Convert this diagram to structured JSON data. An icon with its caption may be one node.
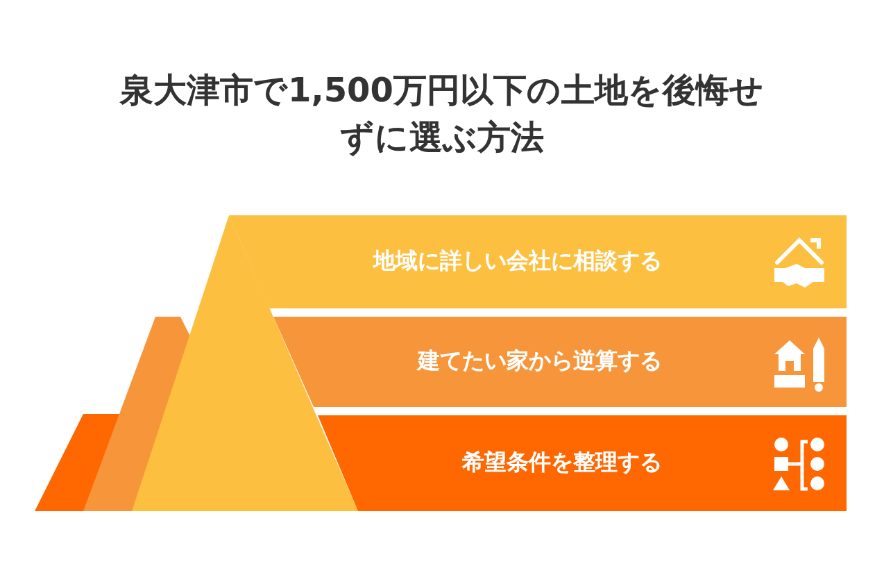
{
  "diagram": {
    "title": "泉大津市で1,500万円以下の土地を後悔せずに選ぶ方法",
    "nodes": [
      {
        "text": [
          "地域に詳しい会社に相談する"
        ]
      },
      {
        "text": [
          "建てたい家から逆算する"
        ]
      },
      {
        "text": [
          "希望条件を整理する"
        ]
      }
    ]
  }
}
